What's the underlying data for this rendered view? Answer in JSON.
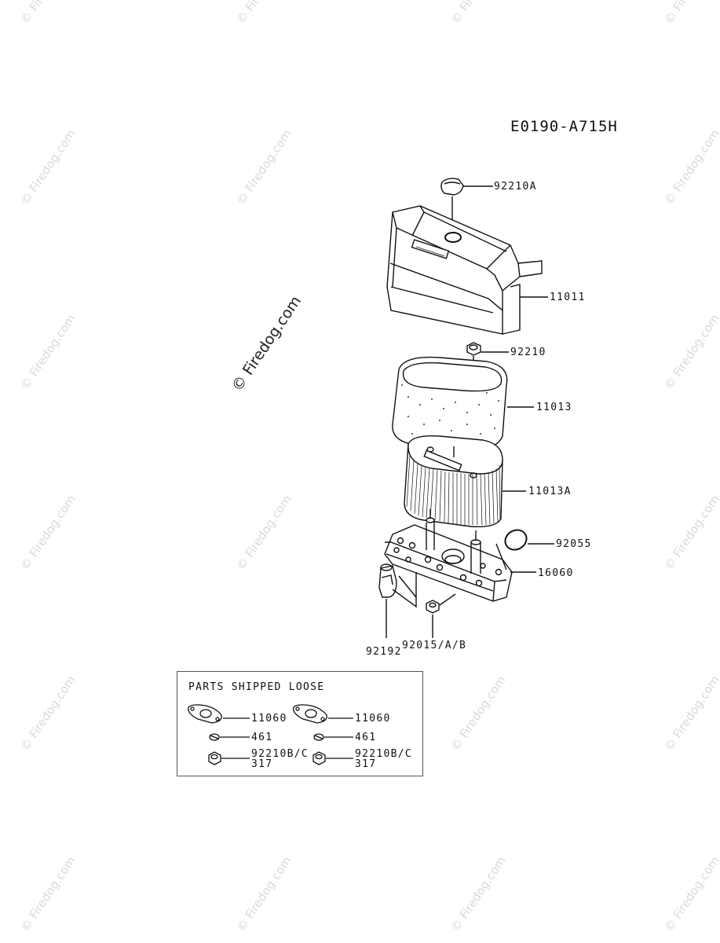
{
  "diagram_code": "E0190-A715H",
  "watermark": "© Firedog.com",
  "parts": {
    "knob": "92210A",
    "cover": "11011",
    "nut": "92210",
    "precleaner": "11013",
    "element": "11013A",
    "oring": "92055",
    "base": "16060",
    "breather": "92192",
    "base_nut": "92015/A/B"
  },
  "parts_shipped_loose": {
    "title": "PARTS SHIPPED LOOSE",
    "left": {
      "gasket": "11060",
      "washer": "461",
      "nut": "92210B/C",
      "nut_qty": "317"
    },
    "right": {
      "gasket": "11060",
      "washer": "461",
      "nut": "92210B/C",
      "nut_qty": "317"
    }
  }
}
